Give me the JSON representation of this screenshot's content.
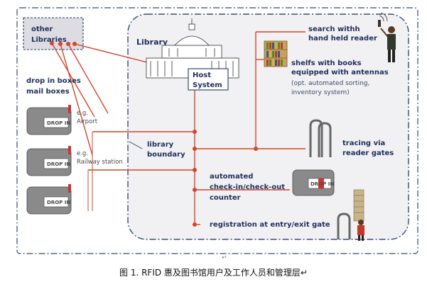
{
  "other_libraries": [
    "other",
    "Libraries"
  ],
  "library_title": "Library",
  "host_system": [
    "Host",
    "System"
  ],
  "search_label": [
    "search withh",
    "hand held reader"
  ],
  "shelves_label": [
    "shelfs with books",
    "equipped with antennas"
  ],
  "shelves_note": [
    "(opt. automated sorting,",
    "inventory system)"
  ],
  "drop_in_boxes": [
    "drop in boxes",
    "mail boxes"
  ],
  "airport": [
    "e.g.",
    "Airport"
  ],
  "railway": [
    "e.g.",
    "Railway station"
  ],
  "boundary": [
    "library",
    "boundary"
  ],
  "reader_gates": [
    "tracing via",
    "reader gates"
  ],
  "checkin": [
    "automated",
    "check-in/check-out",
    "counter"
  ],
  "registration": "registration at entry/exit gate",
  "drop_in_label": "DROP IN",
  "paragraph_mark": "↵",
  "caption": "图 1. RFID 惠及图书馆用户及工作人员和管理层↵",
  "colors": {
    "navy": "#1f2f5c",
    "red": "#d4452a",
    "boundary": "#3a4a7a",
    "box": "#6d6d6d"
  }
}
